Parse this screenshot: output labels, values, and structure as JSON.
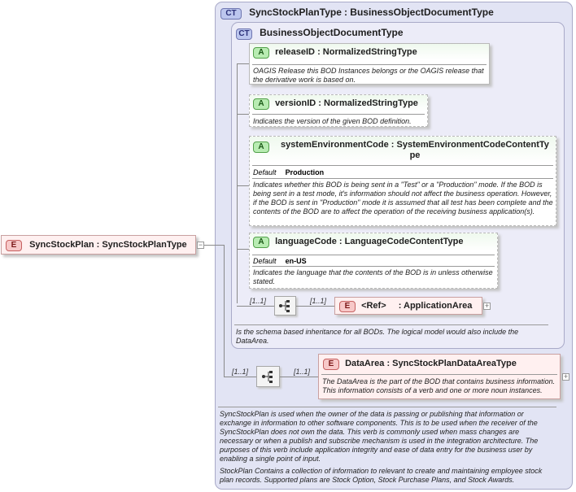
{
  "root_element": {
    "badge": "E",
    "name": "SyncStockPlan",
    "type": "SyncStockPlanType"
  },
  "complex_type": {
    "badge": "CT",
    "name": "SyncStockPlanType",
    "base": "BusinessObjectDocumentType",
    "documentation_1": "SyncStockPlan is used when the owner of the data is passing or publishing that information or exchange in information to other software components. This is to be used when the receiver of the SyncStockPlan does not own the data. This verb is commonly used when mass changes are necessary or when a publish and subscribe mechanism is used in the integration architecture. The purposes of this verb include application integrity and ease of data entry for the business user by enabling a single point of input.",
    "documentation_2": "StockPlan  Contains a collection of information to relevant to create and maintaining employee stock plan records. Supported plans are Stock Option, Stock Purchase Plans, and Stock Awards."
  },
  "base_type": {
    "badge": "CT",
    "name": "BusinessObjectDocumentType",
    "documentation": "Is the schema based inheritance for all BODs. The logical model would also include the DataArea."
  },
  "attributes": [
    {
      "badge": "A",
      "name": "releaseID",
      "type": "NormalizedStringType",
      "documentation": "OAGIS Release this BOD Instances belongs or the OAGIS release that the derivative work is based on."
    },
    {
      "badge": "A",
      "name": "versionID",
      "type": "NormalizedStringType",
      "documentation": "Indicates the version of the given BOD definition."
    },
    {
      "badge": "A",
      "name": "systemEnvironmentCode",
      "type": "SystemEnvironmentCodeContentTy",
      "type_wrap": "pe",
      "default_label": "Default",
      "default_value": "Production",
      "documentation": "Indicates whether this BOD is being sent in a \"Test\" or a \"Production\" mode. If the BOD is being sent in a test mode, it's information should not affect the business operation. However, if the BOD is sent in \"Production\" mode it is assumed that all test has been complete and the contents of the BOD are to affect the operation of the receiving business application(s)."
    },
    {
      "badge": "A",
      "name": "languageCode",
      "type": "LanguageCodeContentType",
      "default_label": "Default",
      "default_value": "en-US",
      "documentation": "Indicates the language that the contents of the BOD is in unless otherwise stated."
    }
  ],
  "application_area": {
    "badge": "E",
    "ref": "<Ref>",
    "name": "ApplicationArea",
    "card_in": "[1..1]",
    "card_out": "[1..1]"
  },
  "data_area": {
    "badge": "E",
    "name": "DataArea",
    "type": "SyncStockPlanDataAreaType",
    "card_in": "[1..1]",
    "card_out": "[1..1]",
    "documentation": "The DataArea is the part of the BOD that contains business information. This information consists of a verb and one or more noun instances."
  },
  "colors": {
    "ct_background": "#e2e4f4",
    "attribute_badge": "#b8ecb2",
    "element_badge": "#f7c8c8",
    "element_box": "#fff0f0"
  }
}
